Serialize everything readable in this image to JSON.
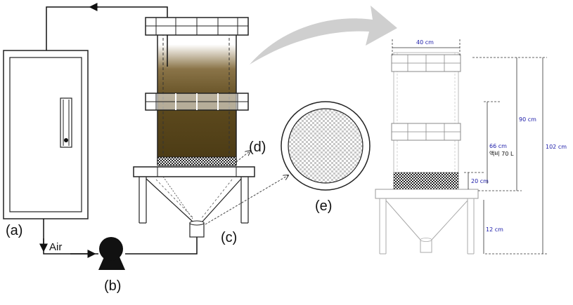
{
  "labels": {
    "a": "(a)",
    "b": "(b)",
    "c": "(c)",
    "d": "(d)",
    "e": "(e)",
    "air": "Air"
  },
  "dimensions": {
    "width": "40 cm",
    "height_90": "90 cm",
    "height_102": "102 cm",
    "height_66": "66 cm",
    "volume": "액비 70 L",
    "bed_20": "20 cm",
    "base_12": "12 cm"
  },
  "colors": {
    "liquid_top": "#b8a27a",
    "liquid_bottom": "#4a3a14",
    "arrow_gray": "#c9c9c9",
    "dim_text": "#1a1aa8"
  },
  "icons": {
    "pump": "pump-icon",
    "flowmeter": "flowmeter-icon"
  }
}
